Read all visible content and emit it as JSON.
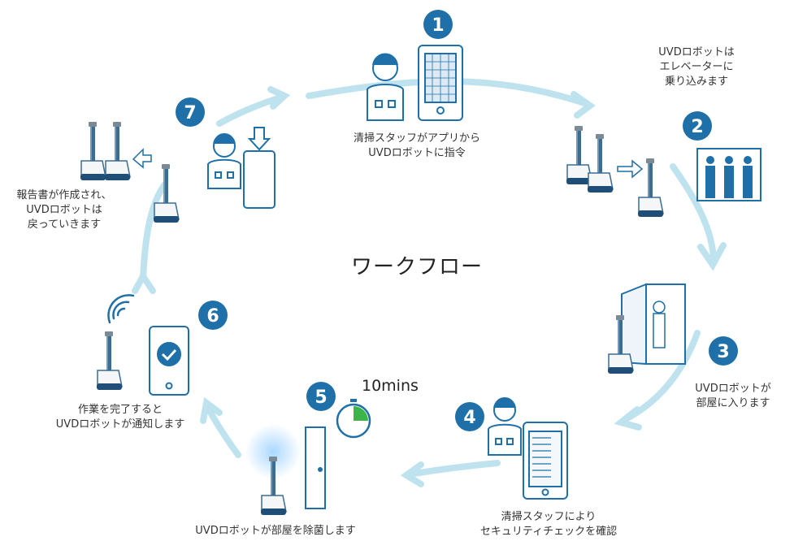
{
  "title": "ワークフロー",
  "timer_text": "10mins",
  "colors": {
    "primary": "#1f6fa8",
    "arrow": "#bfe3ee",
    "robot": "#7a8a96"
  },
  "steps": [
    {
      "number": "1",
      "caption": [
        "清掃スタッフがアプリから",
        "UVDロボットに指令"
      ]
    },
    {
      "number": "2",
      "caption": [
        "UVDロボットは",
        "エレベーターに",
        "乗り込みます"
      ]
    },
    {
      "number": "3",
      "caption": [
        "UVDロボットが",
        "部屋に入ります"
      ]
    },
    {
      "number": "4",
      "caption": [
        "清掃スタッフにより",
        "セキュリティチェックを確認"
      ]
    },
    {
      "number": "5",
      "caption": [
        "UVDロボットが部屋を除菌します"
      ]
    },
    {
      "number": "6",
      "caption": [
        "作業を完了すると",
        "UVDロボットが通知します"
      ]
    },
    {
      "number": "7",
      "caption": [
        "報告書が作成され、",
        "UVDロボットは",
        "戻っていきます"
      ]
    }
  ]
}
